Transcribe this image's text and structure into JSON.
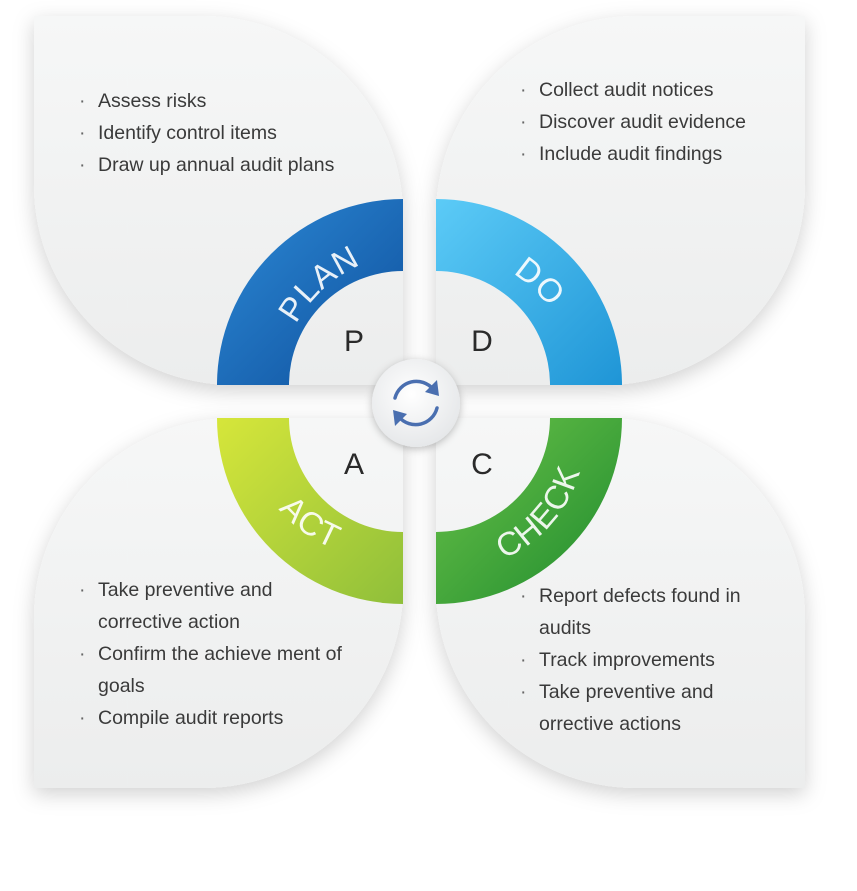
{
  "quadrants": {
    "plan": {
      "label": "PLAN",
      "letter": "P",
      "items": [
        "Assess risks",
        "Identify control items",
        "Draw up annual audit plans"
      ]
    },
    "do": {
      "label": "DO",
      "letter": "D",
      "items": [
        "Collect audit notices",
        "Discover audit evidence",
        "Include audit findings"
      ]
    },
    "check": {
      "label": "CHECK",
      "letter": "C",
      "items": [
        "Report defects found in audits",
        "Track improvements",
        "Take preventive and orrective actions"
      ]
    },
    "act": {
      "label": "ACT",
      "letter": "A",
      "items": [
        "Take preventive and corrective action",
        "Confirm the achieve ment of goals",
        "Compile audit reports"
      ]
    }
  },
  "center": {
    "icon": "refresh-cycle-icon"
  },
  "colors": {
    "plan": "#1e73c4",
    "do": "#3fb2ea",
    "check": "#3ea33a",
    "act": "#b9d33a",
    "petal": "#f1f2f2",
    "cycle_icon": "#4a6fb0"
  }
}
